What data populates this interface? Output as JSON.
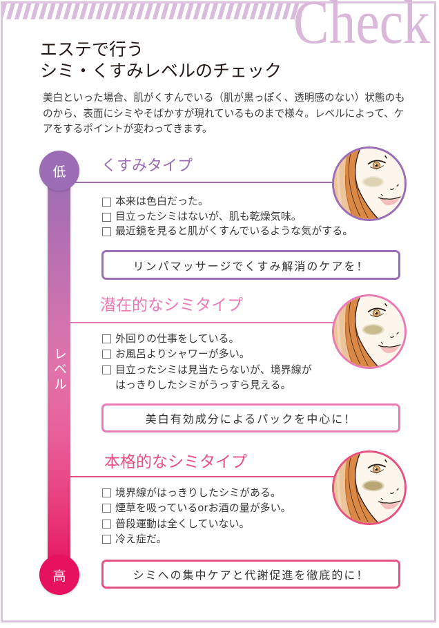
{
  "header": {
    "badge": "Check",
    "title": "エステで行う\nシミ・くすみレベルのチェック",
    "intro": "美白といった場合、肌がくすんでいる（肌が黒っぽく、透明感のない）状態のも\nのから、表面にシミやそばかすが現れているものまで様々。レベルによって、ケ\nアをするポイントが変わってきます。"
  },
  "scale": {
    "low": "低",
    "axis_label": "レベル",
    "high": "高",
    "gradient": [
      "#9b6db4",
      "#e272aa",
      "#e6125f"
    ]
  },
  "levels": [
    {
      "title": "くすみタイプ",
      "accent_color": "#9b6db4",
      "spot_color": "#ddd2b4",
      "icon": "face-illustration",
      "checkbox_icon": "empty-checkbox",
      "items": [
        "本来は色白だった。",
        "目立ったシミはないが、肌も乾燥気味。",
        "最近鏡を見ると肌がくすんでいるような気がする。"
      ],
      "advice": "リンパマッサージでくすみ解消のケアを！"
    },
    {
      "title": "潜在的なシミタイプ",
      "accent_color": "#ea7ab4",
      "spot_color": "#c8bb90",
      "icon": "face-illustration",
      "checkbox_icon": "empty-checkbox",
      "items": [
        "外回りの仕事をしている。",
        "お風呂よりシャワーが多い。",
        "目立ったシミは見当たらないが、境界線が\nはっきりしたシミがうっすら見える。"
      ],
      "advice": "美白有効成分によるパックを中心に！"
    },
    {
      "title": "本格的なシミタイプ",
      "accent_color": "#e6517f",
      "spot_color": "#b8a674",
      "icon": "face-illustration",
      "checkbox_icon": "empty-checkbox",
      "items": [
        "境界線がはっきりしたシミがある。",
        "煙草を吸っているorお酒の量が多い。",
        "普段運動は全くしていない。",
        "冷え症だ。"
      ],
      "advice": "シミへの集中ケアと代謝促進を徹底的に！"
    }
  ],
  "colors": {
    "frame": "#dcc2df",
    "badge": "#d9b8da",
    "title_text": "#231815",
    "body_text": "#3a3a3a"
  }
}
